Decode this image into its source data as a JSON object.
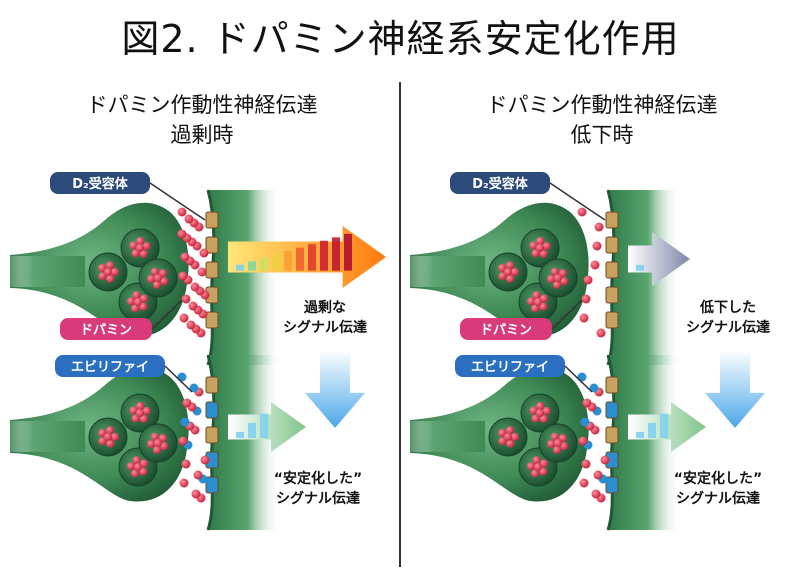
{
  "title": "図2. ドパミン神経系安定化作用",
  "left": {
    "heading_line1": "ドパミン作動性神経伝達",
    "heading_line2": "過剰時",
    "top_signal_line1": "過剰な",
    "top_signal_line2": "シグナル伝達"
  },
  "right": {
    "heading_line1": "ドパミン作動性神経伝達",
    "heading_line2": "低下時",
    "top_signal_line1": "低下した",
    "top_signal_line2": "シグナル伝達"
  },
  "labels": {
    "receptor": "D₂受容体",
    "dopamine": "ドパミン",
    "abilify": "エビリファイ",
    "stable_line1": "“安定化した”",
    "stable_line2": "シグナル伝達"
  },
  "colors": {
    "neuron": "#3f8a55",
    "vesicle": "#2f6e43",
    "dopamine": "#d8324a",
    "receptor": "#c8a060",
    "abilify": "#2a8fd0",
    "navy_label": "#2c4a7a",
    "pink_label": "#d83a7a",
    "blue_label": "#2a6fc0"
  }
}
